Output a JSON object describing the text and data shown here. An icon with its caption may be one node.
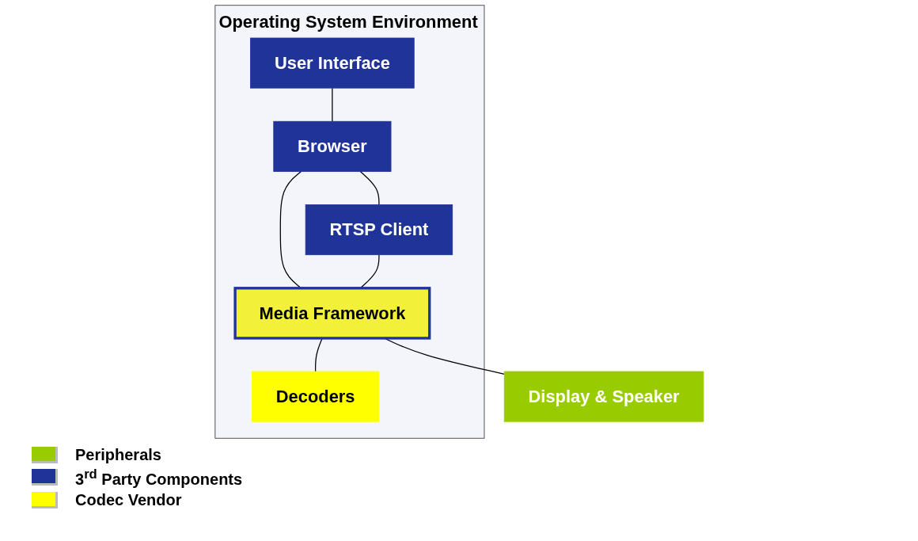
{
  "diagram": {
    "nodes": [
      {
        "text": [
          "Operating System Environment"
        ]
      },
      {
        "text": [
          "User Interface"
        ],
        "in": 0
      },
      {
        "text": [
          "Browser"
        ],
        "in": 0
      },
      {
        "text": [
          "RTSP Client"
        ],
        "in": 0
      },
      {
        "text": [
          "Media Framework"
        ],
        "in": 0
      },
      {
        "text": [
          "Decoders"
        ],
        "in": 0
      },
      {
        "text": [
          "Display & Speaker"
        ]
      }
    ],
    "edges": [
      {
        "from": 1,
        "to": 2,
        "arrow": "none"
      },
      {
        "from": 2,
        "to": 3,
        "arrow": "none"
      },
      {
        "from": 2,
        "to": 4,
        "arrow": "none"
      },
      {
        "from": 3,
        "to": 4,
        "arrow": "none"
      },
      {
        "from": 4,
        "to": 6,
        "arrow": "none"
      },
      {
        "from": 4,
        "to": 5,
        "arrow": "none"
      }
    ],
    "legend": [
      {
        "text": "Peripherals",
        "color": "#99cc00"
      },
      {
        "text": "3$^{rd}$ Party Components",
        "color": "#1f3399"
      },
      {
        "text": "Codec Vendor",
        "color": "#ffff00"
      }
    ]
  }
}
